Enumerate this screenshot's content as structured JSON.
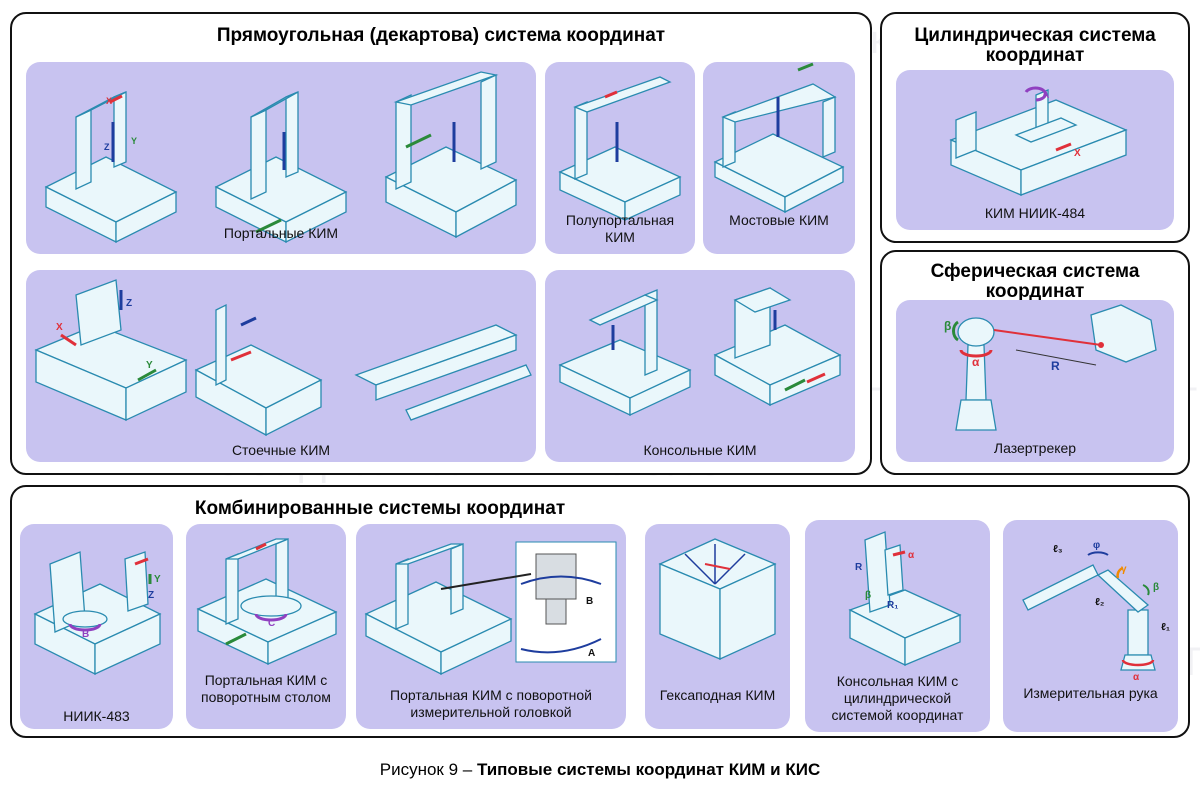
{
  "groups": {
    "cartesian": {
      "title": "Прямоугольная (декартова) система координат"
    },
    "cylindrical": {
      "title": "Цилиндрическая система координат"
    },
    "spherical": {
      "title": "Сферическая система координат"
    },
    "combined": {
      "title": "Комбинированные системы координат"
    }
  },
  "panels": {
    "portal": "Портальные  КИМ",
    "semiportal": "Полупортальная КИМ",
    "bridge": "Мостовые КИМ",
    "column": "Стоечные КИМ",
    "cantilever": "Консольные КИМ",
    "niik484": "КИМ НИИК-484",
    "lasertracker": "Лазертрекер",
    "niik483": "НИИК-483",
    "portal_rotary_table": "Портальная  КИМ с поворотным столом",
    "portal_rotary_head": "Портальная  КИМ с поворотной измерительной головкой",
    "hexapod": "Гексаподная КИМ",
    "cantilever_cyl": "Консольная КИМ с цилиндрической системой координат",
    "arm": "Измерительная рука"
  },
  "axis_labels": {
    "x": "X",
    "y": "Y",
    "z": "Z",
    "a": "A",
    "b": "B",
    "c": "C",
    "alpha": "α",
    "beta": "β",
    "gamma": "γ",
    "phi": "φ",
    "r": "R",
    "r1": "R₁",
    "l1": "ℓ₁",
    "l2": "ℓ₂",
    "l3": "ℓ₃"
  },
  "watermarks": {
    "author": "©Сурков И.В.",
    "title": "КООРДИНАТНАЯ МЕТРОЛОГИЯ"
  },
  "caption": {
    "prefix": "Рисунок 9 – ",
    "title": "Типовые системы координат КИМ и КИС"
  },
  "colors": {
    "panel_bg": "#c8c3f0",
    "machine_fill": "#eaf7fb",
    "machine_stroke": "#2a8bb0",
    "axis_red": "#e0303a",
    "axis_blue": "#1e3d9e",
    "axis_green": "#2a8a3a",
    "axis_purple": "#9040c0",
    "axis_orange": "#f08a00"
  }
}
